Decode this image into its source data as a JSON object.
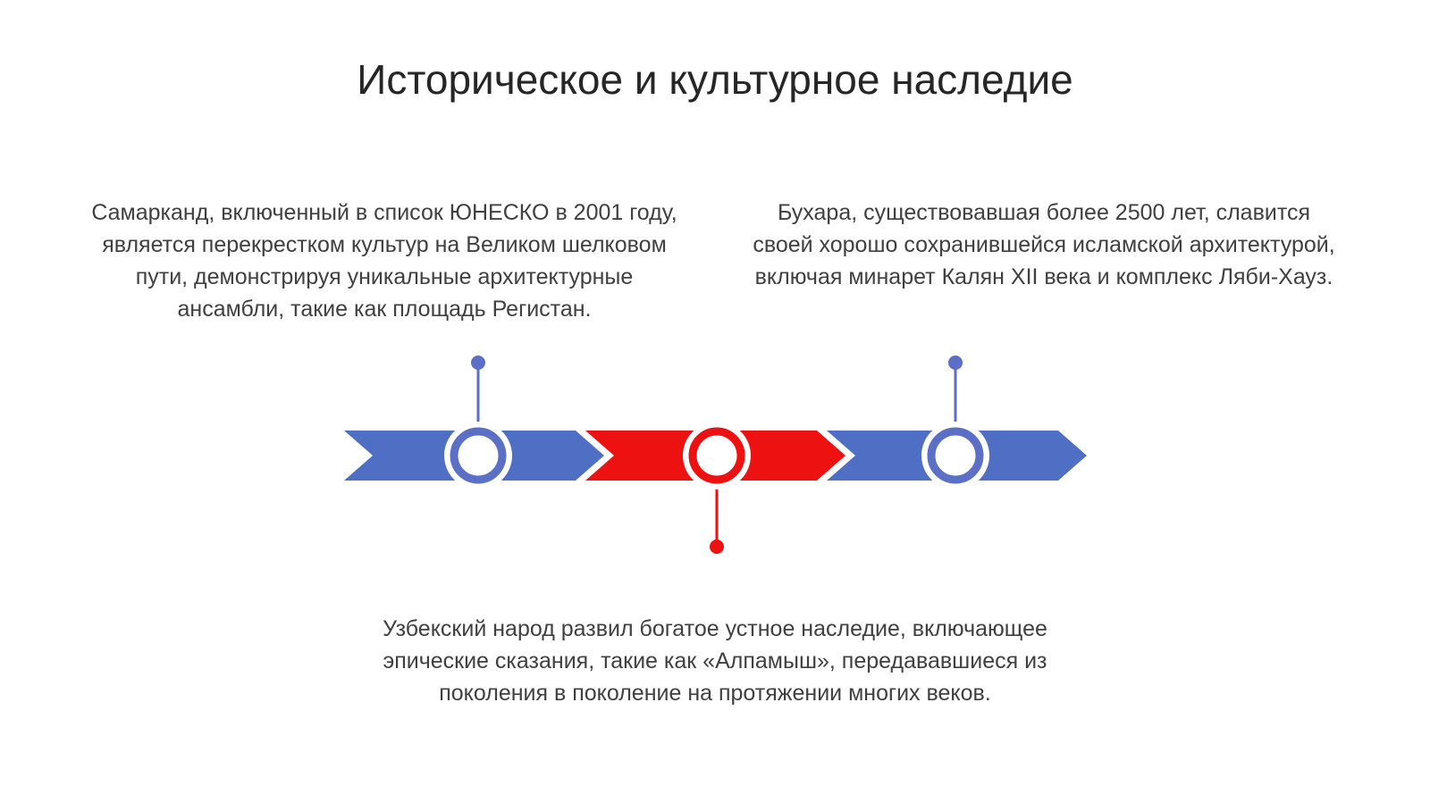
{
  "slide": {
    "title": "Историческое и культурное наследие"
  },
  "timeline": {
    "colors": {
      "blue": "#4f6fc4",
      "red": "#ee1111",
      "white": "#ffffff"
    },
    "milestones": [
      {
        "name": "samarkand",
        "color": "#5a6fc5",
        "text": "Самарканд, включенный в список ЮНЕСКО в 2001 году, является перекрестком культур на Великом шелковом пути, демонстрируя уникальные архитектурные ансамбли, такие как площадь Регистан."
      },
      {
        "name": "oral-heritage",
        "color": "#ee1111",
        "text": "Узбекский народ развил богатое устное наследие, включающее эпические сказания, такие как «Алпамыш», передававшиеся из поколения в поколение на протяжении многих веков."
      },
      {
        "name": "bukhara",
        "color": "#5a6fc5",
        "text": "Бухара, существовавшая более 2500 лет, славится своей хорошо сохранившейся исламской архитектурой, включая минарет Калян XII века и комплекс Ляби-Хауз."
      }
    ]
  }
}
